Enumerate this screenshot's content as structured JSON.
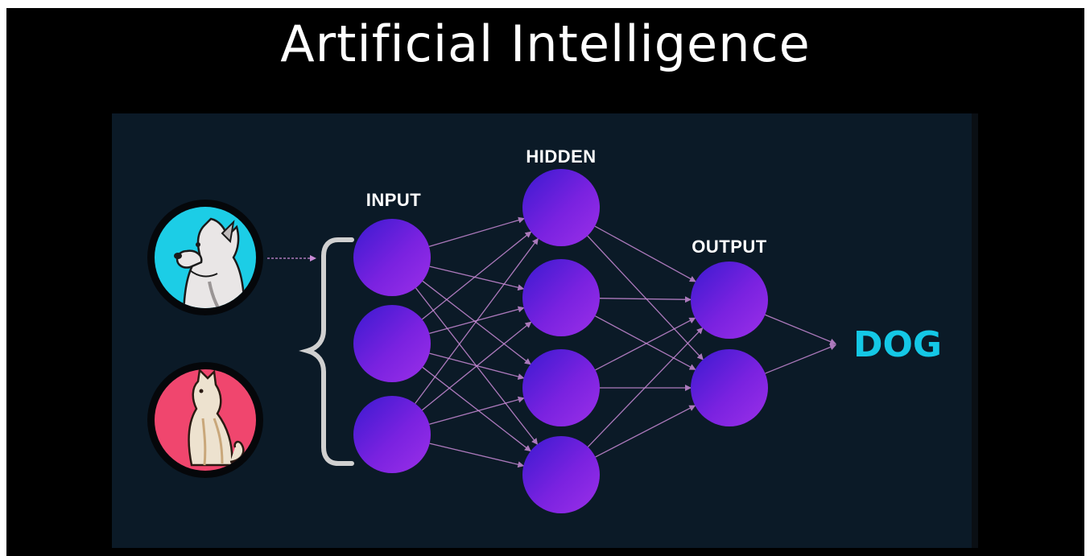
{
  "title": "Artificial Intelligence",
  "layers": {
    "input_label": "INPUT",
    "hidden_label": "HIDDEN",
    "output_label": "OUTPUT"
  },
  "result": "DOG",
  "images": {
    "first": "dog-portrait",
    "second": "cat-portrait"
  },
  "colors": {
    "background": "#000000",
    "panel": "#0b1a27",
    "node_light": "#8a2be2",
    "node_dark": "#4a12c8",
    "connection": "#c98ad6",
    "result": "#14c8e6",
    "dog_circle": "#1ccde6",
    "cat_circle": "#f0466e",
    "bracket": "#d0d0d0"
  },
  "network": {
    "input_nodes": 3,
    "hidden_nodes": 4,
    "output_nodes": 2
  }
}
